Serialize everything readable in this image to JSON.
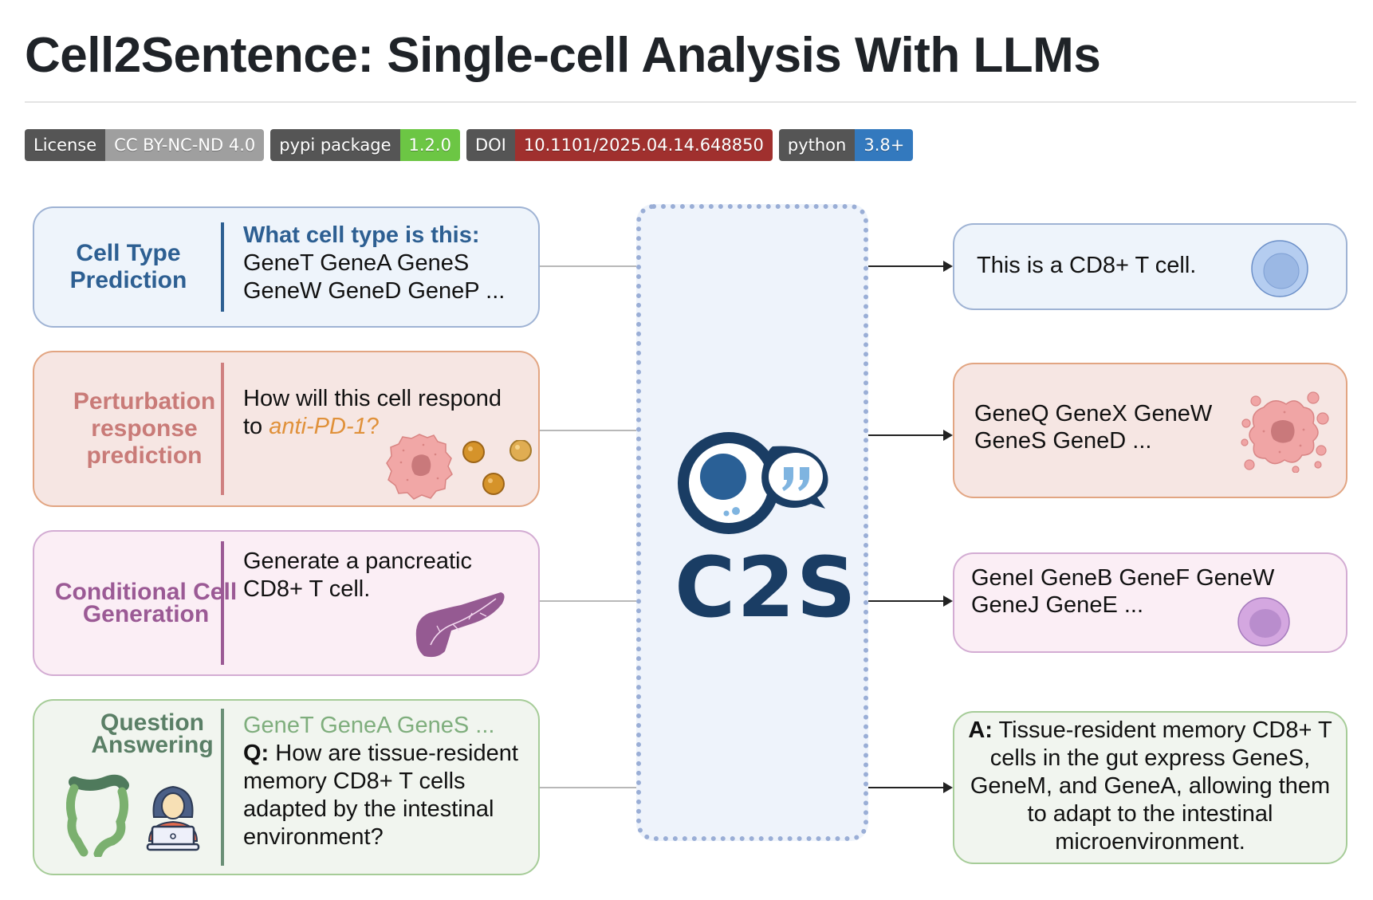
{
  "title": "Cell2Sentence: Single-cell Analysis With LLMs",
  "badges": [
    {
      "label": "License",
      "value": "CC BY-NC-ND 4.0",
      "color": "#9f9f9f"
    },
    {
      "label": "pypi package",
      "value": "1.2.0",
      "color": "#6cc644"
    },
    {
      "label": "DOI",
      "value": "10.1101/2025.04.14.648850",
      "color": "#a0302e"
    },
    {
      "label": "python",
      "value": "3.8+",
      "color": "#3379be"
    }
  ],
  "tasks": [
    {
      "label": "Cell Type Prediction",
      "prompt_heading": "What cell type is this:",
      "prompt_lines": [
        "GeneT GeneA GeneS",
        "GeneW GeneD GeneP ..."
      ],
      "output_lines": [
        "This is a CD8+ T cell."
      ],
      "icon": "t-cell-icon"
    },
    {
      "label": "Perturbation response prediction",
      "prompt_prefix": "How will this cell respond",
      "prompt_to": "to ",
      "prompt_drug": "anti-PD-1",
      "prompt_suffix": "?",
      "output_lines": [
        "GeneQ GeneX GeneW",
        "GeneS GeneD ..."
      ],
      "icon": "tumor-cell-icon"
    },
    {
      "label": "Conditional Cell Generation",
      "prompt_lines": [
        "Generate a pancreatic",
        "CD8+ T cell."
      ],
      "output_lines": [
        "GeneI GeneB GeneF GeneW",
        "GeneJ GeneE ..."
      ],
      "icon": "pancreas-icon"
    },
    {
      "label": "Question Answering",
      "prompt_genes": "GeneT GeneA GeneS ...",
      "question_prefix": "Q:",
      "question": " How are tissue-resident memory CD8+ T cells adapted by the intestinal environment?",
      "answer_prefix": "A:",
      "answer": " Tissue-resident memory CD8+ T cells in the gut express GeneS, GeneM, and GeneA, allowing them to adapt to the intestinal microenvironment.",
      "icon": "intestine-icon"
    }
  ],
  "center": {
    "logo_text": "C2S"
  },
  "colors": {
    "blue": "#2d5f92",
    "salmon": "#c97b78",
    "purple": "#9b5a95",
    "green": "#5a7f66",
    "logo_navy": "#1a3d64"
  }
}
